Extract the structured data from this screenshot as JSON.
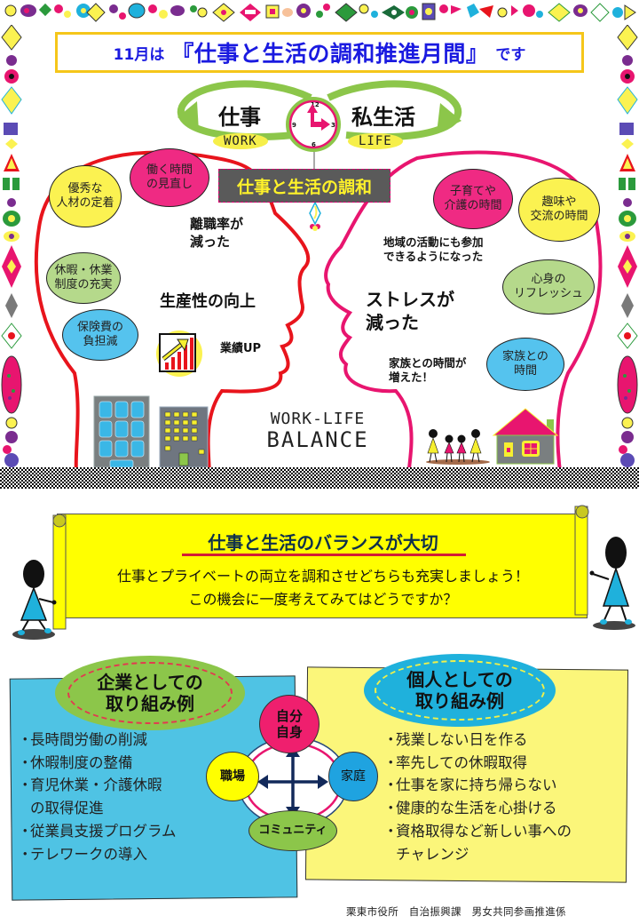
{
  "title": {
    "prefix": "11月は",
    "main": "『仕事と生活の調和推進月間』",
    "suffix": "です"
  },
  "cycle": {
    "left_word": "仕事",
    "left_en": "WORK",
    "right_word": "私生活",
    "right_en": "LIFE",
    "clock": {
      "n12": "12",
      "n3": "3",
      "n6": "6",
      "n9": "9"
    },
    "banner": "仕事と生活の調和"
  },
  "work_head": {
    "bubbles": [
      {
        "label_1": "優秀な",
        "label_2": "人材の定着",
        "color": "#fbf251"
      },
      {
        "label_1": "働く時間",
        "label_2": "の見直し",
        "color": "#ef2a83"
      },
      {
        "label_1": "休暇・休業",
        "label_2": "制度の充実",
        "color": "#b5d98b"
      },
      {
        "label_1": "保険費の",
        "label_2": "負担減",
        "color": "#55c3ee"
      }
    ],
    "text_turnover_1": "離職率が",
    "text_turnover_2": "減った",
    "text_productivity": "生産性の向上",
    "text_performance": "業績UP",
    "outline_color": "#e8141c"
  },
  "life_head": {
    "bubbles": [
      {
        "label_1": "子育てや",
        "label_2": "介護の時間",
        "color": "#ef2a83"
      },
      {
        "label_1": "趣味や",
        "label_2": "交流の時間",
        "color": "#fbf251"
      },
      {
        "label_1": "心身の",
        "label_2": "リフレッシュ",
        "color": "#b5d98b"
      },
      {
        "label_1": "家族との",
        "label_2": "時間",
        "color": "#55c3ee"
      }
    ],
    "text_community_1": "地域の活動にも参加",
    "text_community_2": "できるようになった",
    "text_stress_1": "ストレスが",
    "text_stress_2": "減った",
    "text_family_1": "家族との時間が",
    "text_family_2": "増えた！",
    "outline_color": "#e8156f"
  },
  "wlb_logo": {
    "line_1": "WORK-LIFE",
    "line_2": "BALANCE"
  },
  "scroll": {
    "title": "仕事と生活のバランスが大切",
    "line_1": "仕事とプライベートの両立を調和させどちらも充実しましょう！",
    "line_2": "この機会に一度考えてみてはどうですか？"
  },
  "company": {
    "badge_1": "企業としての",
    "badge_2": "取り組み例",
    "items": [
      "長時間労働の削減",
      "休暇制度の整備",
      "育児休業・介護休暇",
      "の取得促進",
      "従業員支援プログラム",
      "テレワークの導入"
    ]
  },
  "individual": {
    "badge_1": "個人としての",
    "badge_2": "取り組み例",
    "items": [
      "残業しない日を作る",
      "率先しての休暇取得",
      "仕事を家に持ち帰らない",
      "健康的な生活を心掛ける",
      "資格取得など新しい事への",
      "チャレンジ"
    ]
  },
  "diagram": {
    "top_1": "自分",
    "top_2": "自身",
    "left": "職場",
    "right": "家庭",
    "bottom": "コミュニティ"
  },
  "footer": "栗東市役所　自治振興課　男女共同参画推進係",
  "bullet": "・"
}
